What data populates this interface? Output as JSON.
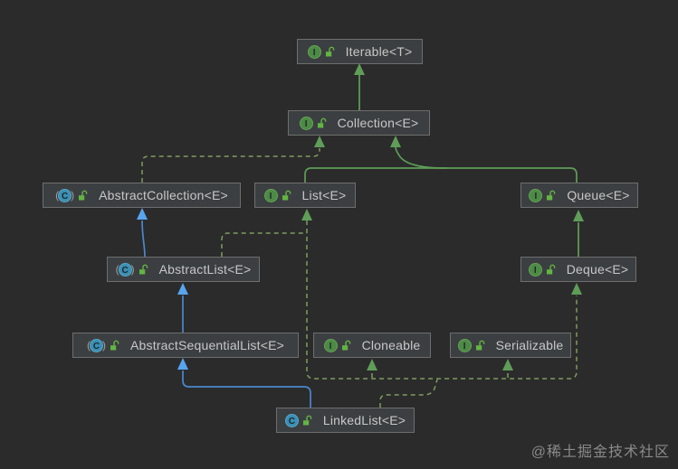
{
  "diagram": {
    "title": "Java Collections class hierarchy (UML diagram)",
    "nodes": [
      {
        "id": "iterable",
        "label": "Iterable<T>",
        "kind": "interface"
      },
      {
        "id": "collection",
        "label": "Collection<E>",
        "kind": "interface"
      },
      {
        "id": "abstract-collection",
        "label": "AbstractCollection<E>",
        "kind": "abstract-class"
      },
      {
        "id": "list",
        "label": "List<E>",
        "kind": "interface"
      },
      {
        "id": "queue",
        "label": "Queue<E>",
        "kind": "interface"
      },
      {
        "id": "abstract-list",
        "label": "AbstractList<E>",
        "kind": "abstract-class"
      },
      {
        "id": "deque",
        "label": "Deque<E>",
        "kind": "interface"
      },
      {
        "id": "abstract-sequential-list",
        "label": "AbstractSequentialList<E>",
        "kind": "abstract-class"
      },
      {
        "id": "cloneable",
        "label": "Cloneable",
        "kind": "interface"
      },
      {
        "id": "serializable",
        "label": "Serializable",
        "kind": "interface"
      },
      {
        "id": "linked-list",
        "label": "LinkedList<E>",
        "kind": "class"
      }
    ],
    "edges": [
      {
        "from": "Collection<E>",
        "to": "Iterable<T>",
        "type": "extends"
      },
      {
        "from": "AbstractCollection<E>",
        "to": "Collection<E>",
        "type": "implements"
      },
      {
        "from": "List<E>",
        "to": "Collection<E>",
        "type": "extends"
      },
      {
        "from": "Queue<E>",
        "to": "Collection<E>",
        "type": "extends"
      },
      {
        "from": "AbstractList<E>",
        "to": "AbstractCollection<E>",
        "type": "extends"
      },
      {
        "from": "AbstractList<E>",
        "to": "List<E>",
        "type": "implements"
      },
      {
        "from": "Deque<E>",
        "to": "Queue<E>",
        "type": "extends"
      },
      {
        "from": "AbstractSequentialList<E>",
        "to": "AbstractList<E>",
        "type": "extends"
      },
      {
        "from": "LinkedList<E>",
        "to": "AbstractSequentialList<E>",
        "type": "extends"
      },
      {
        "from": "LinkedList<E>",
        "to": "List<E>",
        "type": "implements"
      },
      {
        "from": "LinkedList<E>",
        "to": "Cloneable",
        "type": "implements"
      },
      {
        "from": "LinkedList<E>",
        "to": "Serializable",
        "type": "implements"
      },
      {
        "from": "LinkedList<E>",
        "to": "Deque<E>",
        "type": "implements"
      }
    ],
    "icons": {
      "interface": "interface-icon (green circle I)",
      "abstract_class": "abstract-class-icon (blue circle C in parentheses)",
      "class": "class-icon (blue circle C)",
      "visibility": "public-lock-icon (green open lock)"
    },
    "colors": {
      "canvas": "#2b2b2b",
      "node_bg": "#3c3f41",
      "node_border": "#6e6e6e",
      "node_text": "#c7c7c7",
      "extends_green": "#5f9d58",
      "implements_dashed_green": "#7e9c60",
      "class_extends_blue": "#4b87cf",
      "blue_arrowhead": "#58a5ef"
    },
    "watermark": "@稀土掘金技术社区"
  }
}
